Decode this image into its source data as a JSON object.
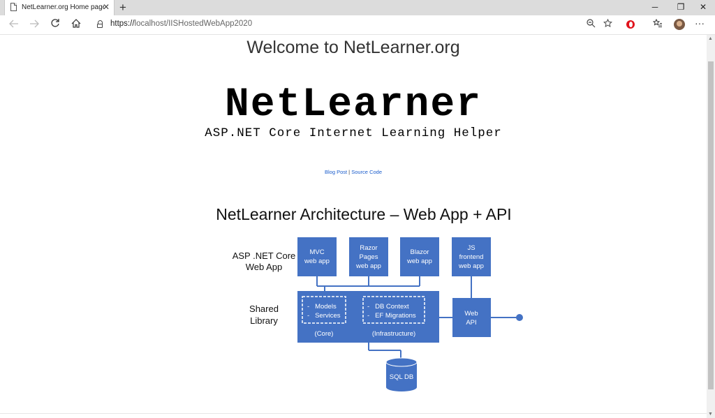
{
  "browser": {
    "tab_title": "NetLearner.org Home page - Ne",
    "tab_close": "✕",
    "new_tab": "+",
    "window_controls": {
      "minimize": "─",
      "restore": "❐",
      "close": "✕"
    },
    "url_protocol": "https://",
    "url_rest": "localhost/IISHostedWebApp2020"
  },
  "page": {
    "welcome": "Welcome to NetLearner.org",
    "logo": "NetLearner",
    "tagline": "ASP.NET Core Internet Learning Helper",
    "link_blog": "Blog Post",
    "link_separator": " | ",
    "link_source": "Source Code"
  },
  "diagram": {
    "title": "NetLearner Architecture – Web App + API",
    "row1_label": [
      "ASP .NET Core",
      "Web App"
    ],
    "row2_label": [
      "Shared",
      "Library"
    ],
    "mvc": [
      "MVC",
      "web app"
    ],
    "razor": [
      "Razor",
      "Pages",
      "web app"
    ],
    "blazor": [
      "Blazor",
      "web app"
    ],
    "js": [
      "JS",
      "frontend",
      "web app"
    ],
    "core_items": [
      "-   Models",
      "-   Services"
    ],
    "infra_items": [
      "-   DB Context",
      "-   EF Migrations"
    ],
    "core_caption": "(Core)",
    "infra_caption": "(Infrastructure)",
    "webapi": [
      "Web",
      "API"
    ],
    "db": "SQL DB",
    "colors": {
      "box": "#4472c4",
      "text": "#ffffff",
      "line": "#4472c4"
    }
  }
}
